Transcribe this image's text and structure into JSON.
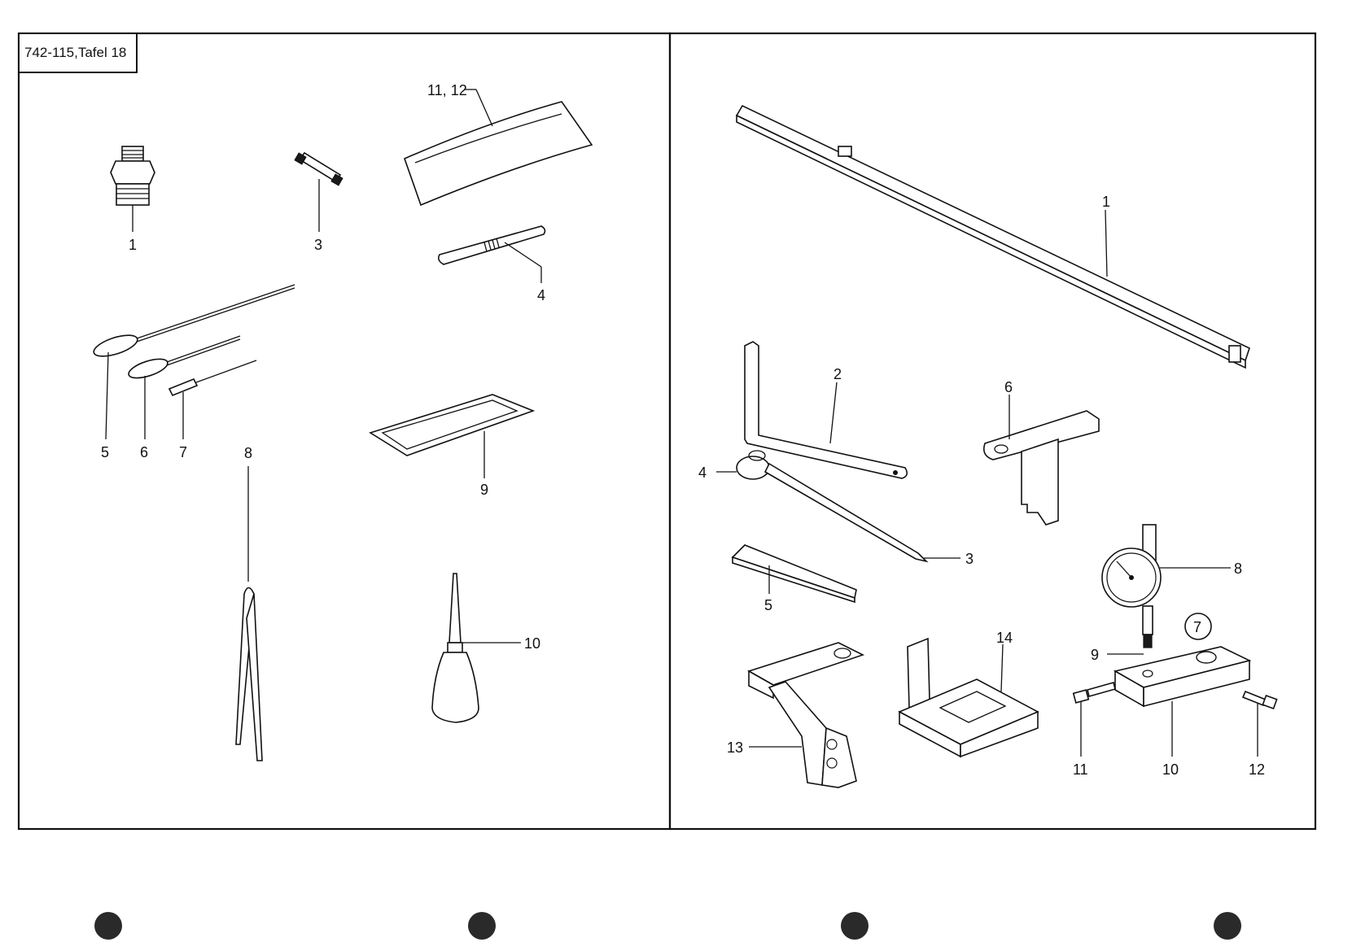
{
  "plate_title": "742-115,Tafel 18",
  "left_panel": {
    "labels": {
      "p1": "1",
      "p3": "3",
      "p11_12": "11, 12",
      "p4": "4",
      "p5": "5",
      "p6": "6",
      "p7": "7",
      "p8": "8",
      "p9": "9",
      "p10": "10"
    }
  },
  "right_panel": {
    "labels": {
      "p1": "1",
      "p2": "2",
      "p6": "6",
      "p4": "4",
      "p3": "3",
      "p5": "5",
      "p8": "8",
      "p7_circled": "7",
      "p9": "9",
      "p14": "14",
      "p13": "13",
      "p11": "11",
      "p10": "10",
      "p12": "12"
    }
  },
  "colors": {
    "ink": "#111111",
    "paper": "#ffffff"
  }
}
